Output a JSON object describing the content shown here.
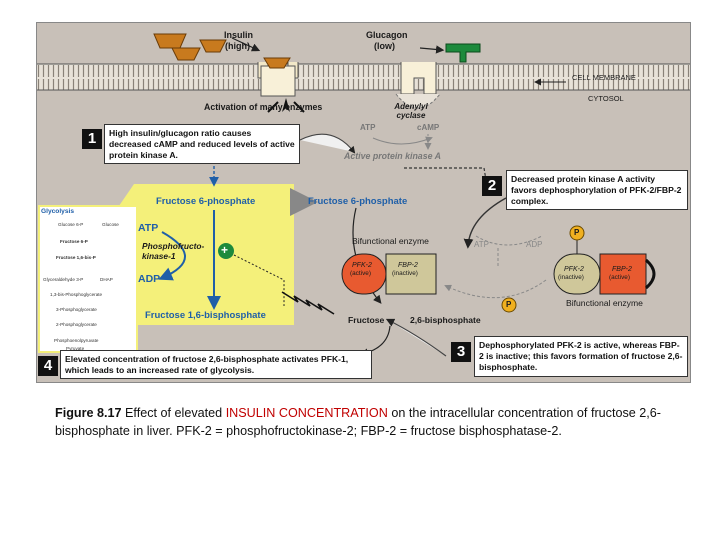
{
  "diagram": {
    "insulin_label": "Insulin",
    "insulin_level": "(high)",
    "glucagon_label": "Glucagon",
    "glucagon_level": "(low)",
    "membrane_label": "CELL MEMBRANE",
    "cytosol_label": "CYTOSOL",
    "enzymes_label": "Activation of many enzymes",
    "adenylyl_label": "Adenylyl cyclase",
    "atp_label": "ATP",
    "camp_label": "cAMP",
    "pka_label": "Active protein kinase A",
    "f6p_main": "Fructose 6-phosphate",
    "f6p_right": "Fructose 6-phosphate",
    "atp_main": "ATP",
    "adp_main": "ADP",
    "pfk1_label": "Phosphofructo-kinase-1",
    "plus_label": "+",
    "f16bp_label": "Fructose 1,6-bisphosphate",
    "bifunctional_label": "Bifunctional enzyme",
    "bifunctional_label2": "Bifunctional enzyme",
    "pfk2_active": "PFK-2",
    "pfk2_active_state": "(active)",
    "fbp2_inactive": "FBP-2",
    "fbp2_inactive_state": "(inactive)",
    "pfk2_inactive": "PFK-2",
    "pfk2_inactive_state": "(inactive)",
    "fbp2_active": "FBP-2",
    "fbp2_active_state": "(active)",
    "atp_mid": "ATP",
    "adp_mid": "ADP",
    "p_label": "P",
    "p_label2": "P",
    "f26bp_left": "Fructose",
    "f26bp_right": "2,6-bisphosphate",
    "glycolysis_title": "Glycolysis",
    "glycolysis_items": [
      "Glucose 6-P",
      "Glucose",
      "Fructose 6-P",
      "Fructose 1,6-bis-P",
      "Glyceraldehyde 3-P",
      "DHAP",
      "1,3-bis-Phosphoglycerate",
      "3-Phosphoglycerate",
      "2-Phosphoglycerate",
      "Phosphoenolpyruvate",
      "Pyruvate"
    ],
    "steps": [
      {
        "num": "1",
        "text": "High insulin/glucagon ratio causes decreased cAMP and reduced levels of active protein kinase A."
      },
      {
        "num": "2",
        "text": "Decreased protein kinase A activity favors dephosphorylation of PFK-2/FBP-2 complex."
      },
      {
        "num": "3",
        "text": "Dephosphorylated PFK-2 is active, whereas FBP-2 is inactive; this favors formation of fructose 2,6-bisphosphate."
      },
      {
        "num": "4",
        "text": "Elevated concentration of fructose 2,6-bisphosphate activates PFK-1, which leads to an increased rate of glycolysis."
      }
    ]
  },
  "caption": {
    "label": "Figure 8.17",
    "pre": " Effect of elevated ",
    "highlight": "INSULIN CONCENTRATION",
    "post": " on the intracellular concentration of fructose 2,6-bisphosphate in liver. PFK-2 = phosphofructokinase-2; FBP-2 = fructose bisphosphatase-2."
  },
  "colors": {
    "background": "#c8c0b8",
    "highlight_yellow": "#f4f07a",
    "insulin": "#c87a1e",
    "glucagon": "#1d8a3c",
    "pfk2_active": "#e85a30",
    "fbp2": "#cfc79a",
    "phosphate": "#f0b020",
    "arrow_blue": "#1f5fa8",
    "caption_highlight": "#c00000"
  }
}
